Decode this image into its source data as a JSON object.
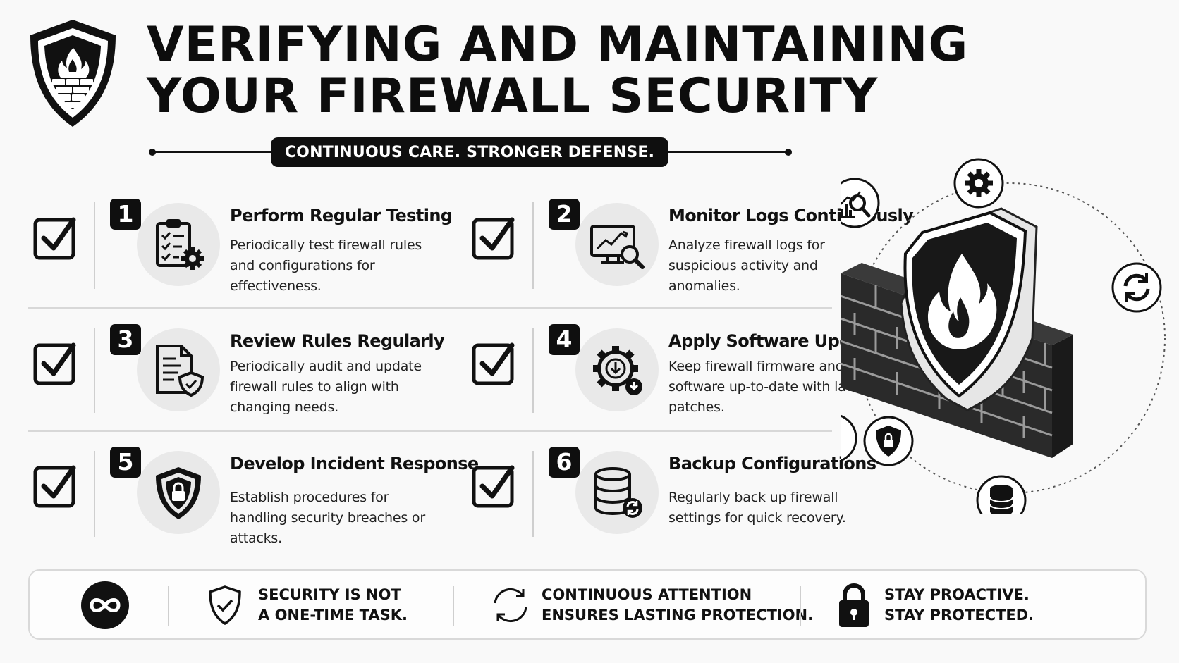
{
  "header": {
    "title_line_1": "VERIFYING AND MAINTAINING",
    "title_line_2": "YOUR FIREWALL SECURITY",
    "tagline": "CONTINUOUS CARE. STRONGER DEFENSE."
  },
  "steps": [
    {
      "number": "1",
      "title": "Perform Regular Testing",
      "description": "Periodically test firewall rules and configurations for effectiveness.",
      "icon": "clipboard-gear-icon"
    },
    {
      "number": "2",
      "title": "Monitor Logs Continuously",
      "description": "Analyze firewall logs for suspicious activity and anomalies.",
      "icon": "monitor-magnifier-icon"
    },
    {
      "number": "3",
      "title": "Review Rules Regularly",
      "description": "Periodically audit and update firewall rules to align with changing needs.",
      "icon": "document-shield-icon"
    },
    {
      "number": "4",
      "title": "Apply Software Updates",
      "description": "Keep firewall firmware and software up-to-date with latest patches.",
      "icon": "gear-download-icon"
    },
    {
      "number": "5",
      "title": "Develop Incident Response",
      "description": "Establish procedures for handling security breaches or attacks.",
      "icon": "shield-lock-icon"
    },
    {
      "number": "6",
      "title": "Backup Configurations",
      "description": "Regularly back up firewall settings for quick recovery.",
      "icon": "database-sync-icon"
    }
  ],
  "illustration": {
    "orbit_icons": [
      "chart-magnifier-icon",
      "gear-icon",
      "refresh-icon",
      "lock-icon",
      "database-icon"
    ],
    "center_icon": "firewall-shield-flame-icon"
  },
  "footer": {
    "items": [
      {
        "icon": "infinity-icon",
        "text_1": "",
        "text_2": ""
      },
      {
        "icon": "shield-check-icon",
        "text_1": "SECURITY IS NOT",
        "text_2": "A ONE-TIME TASK."
      },
      {
        "icon": "sync-arrows-icon",
        "text_1": "CONTINUOUS ATTENTION",
        "text_2": "ENSURES LASTING PROTECTION."
      },
      {
        "icon": "padlock-icon",
        "text_1": "STAY PROACTIVE.",
        "text_2": "STAY PROTECTED."
      }
    ]
  },
  "colors": {
    "primary": "#0f0f0f",
    "background": "#f9f9f9",
    "icon_circle": "#e9e9e9",
    "divider": "#d8d8d8"
  }
}
